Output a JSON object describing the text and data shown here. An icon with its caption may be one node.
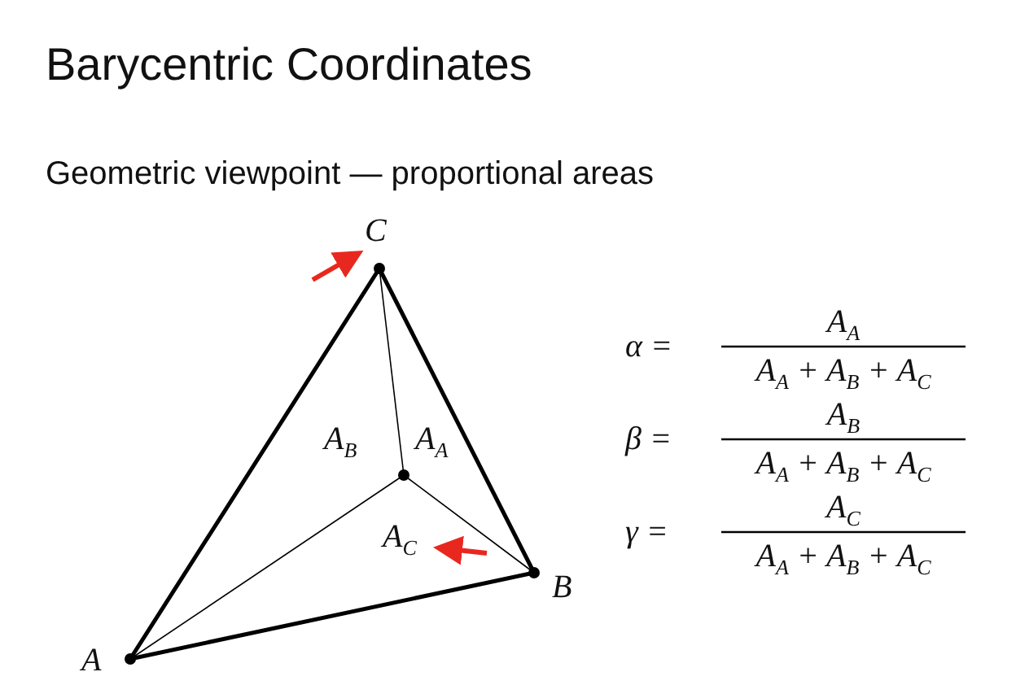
{
  "diagram": {
    "title": "Barycentric Coordinates",
    "labels": [
      "Geometric viewpoint — proportional areas",
      "C",
      "α =",
      "A$_{A}$",
      "A$_{A}$ + A$_{B}$ + A$_{C}$",
      "A$_{B}$",
      "A$_{A}$",
      "β =",
      "A$_{B}$",
      "A$_{A}$ + A$_{B}$ + A$_{C}$",
      "A$_{C}$",
      "γ =",
      "A$_{C}$",
      "A$_{A}$ + A$_{B}$ + A$_{C}$",
      "B",
      "A"
    ]
  }
}
